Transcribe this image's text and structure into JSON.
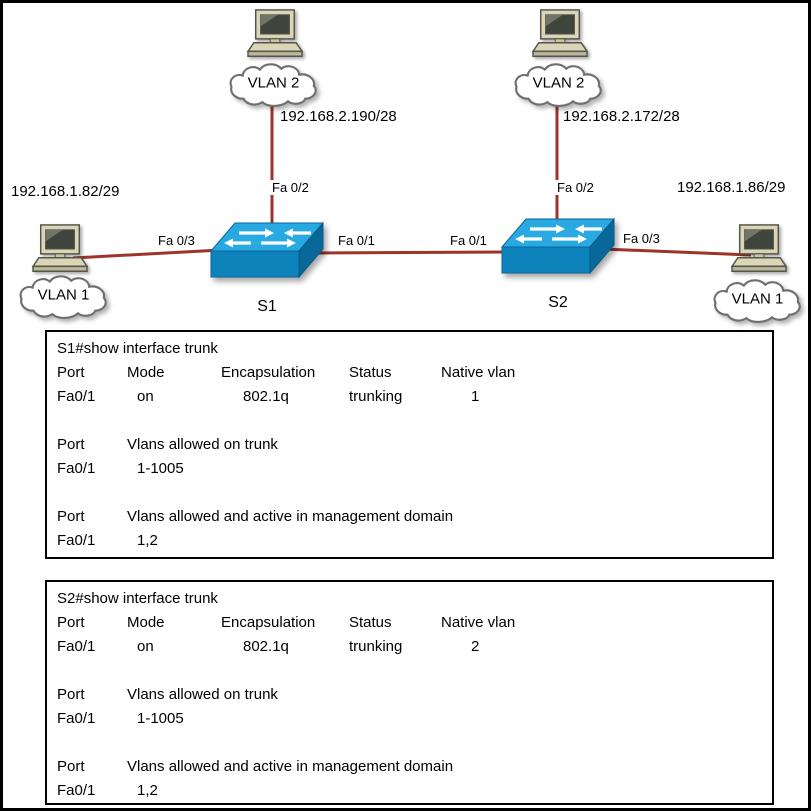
{
  "topology": {
    "clouds": {
      "top_left": "VLAN 2",
      "top_right": "VLAN 2",
      "left": "VLAN 1",
      "right": "VLAN 1"
    },
    "ip_labels": {
      "top_left": "192.168.2.190/28",
      "top_right": "192.168.2.172/28",
      "left": "192.168.1.82/29",
      "right": "192.168.1.86/29"
    },
    "port_labels": {
      "s1_left": "Fa 0/3",
      "s1_top": "Fa 0/2",
      "s1_right": "Fa 0/1",
      "s2_left": "Fa 0/1",
      "s2_top": "Fa 0/2",
      "s2_right": "Fa 0/3"
    },
    "switch_labels": {
      "s1": "S1",
      "s2": "S2"
    }
  },
  "consoles": [
    {
      "title": "S1#show interface trunk",
      "headers": {
        "port": "Port",
        "mode": "Mode",
        "encapsulation": "Encapsulation",
        "status": "Status",
        "native_vlan": "Native vlan"
      },
      "trunk": {
        "port": "Fa0/1",
        "mode": "on",
        "encapsulation": "802.1q",
        "status": "trunking",
        "native_vlan": "1"
      },
      "allowed": {
        "label_port": "Port",
        "label": "Vlans allowed on trunk",
        "port": "Fa0/1",
        "vlans": "1-1005"
      },
      "active": {
        "label_port": "Port",
        "label": "Vlans allowed and active in management domain",
        "port": "Fa0/1",
        "vlans": "1,2"
      }
    },
    {
      "title": "S2#show interface trunk",
      "headers": {
        "port": "Port",
        "mode": "Mode",
        "encapsulation": "Encapsulation",
        "status": "Status",
        "native_vlan": "Native vlan"
      },
      "trunk": {
        "port": "Fa0/1",
        "mode": "on",
        "encapsulation": "802.1q",
        "status": "trunking",
        "native_vlan": "2"
      },
      "allowed": {
        "label_port": "Port",
        "label": "Vlans allowed on trunk",
        "port": "Fa0/1",
        "vlans": "1-1005"
      },
      "active": {
        "label_port": "Port",
        "label": "Vlans allowed and active in management domain",
        "port": "Fa0/1",
        "vlans": "1,2"
      }
    }
  ],
  "colors": {
    "link": "#9e332b",
    "switch_top": "#29a9e1",
    "switch_front": "#0e82bb",
    "switch_side": "#0a679a"
  }
}
